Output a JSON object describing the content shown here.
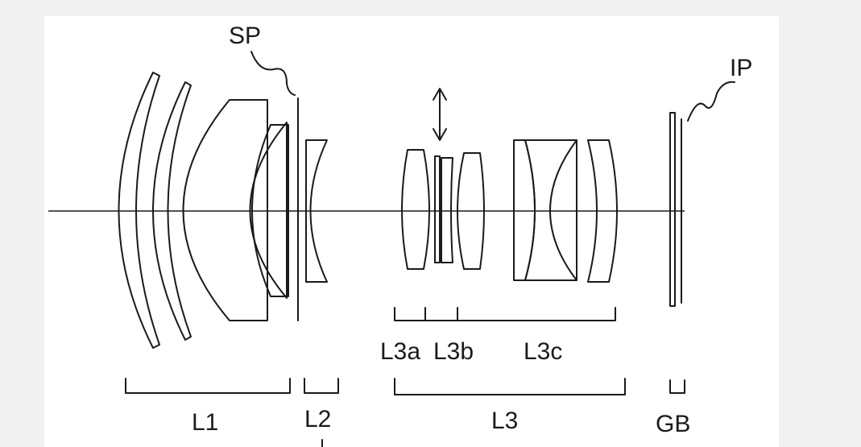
{
  "labels": {
    "sp": "SP",
    "ip": "IP",
    "l3a": "L3a",
    "l3b": "L3b",
    "l3c": "L3c",
    "l1": "L1",
    "l2": "L2",
    "l3": "L3",
    "gb": "GB"
  },
  "colors": {
    "background": "#f1f1f1",
    "paper": "#ffffff",
    "ink": "#1a1a1a"
  },
  "icons": {
    "focus_arrow": "double-headed-vertical-arrow-icon"
  }
}
